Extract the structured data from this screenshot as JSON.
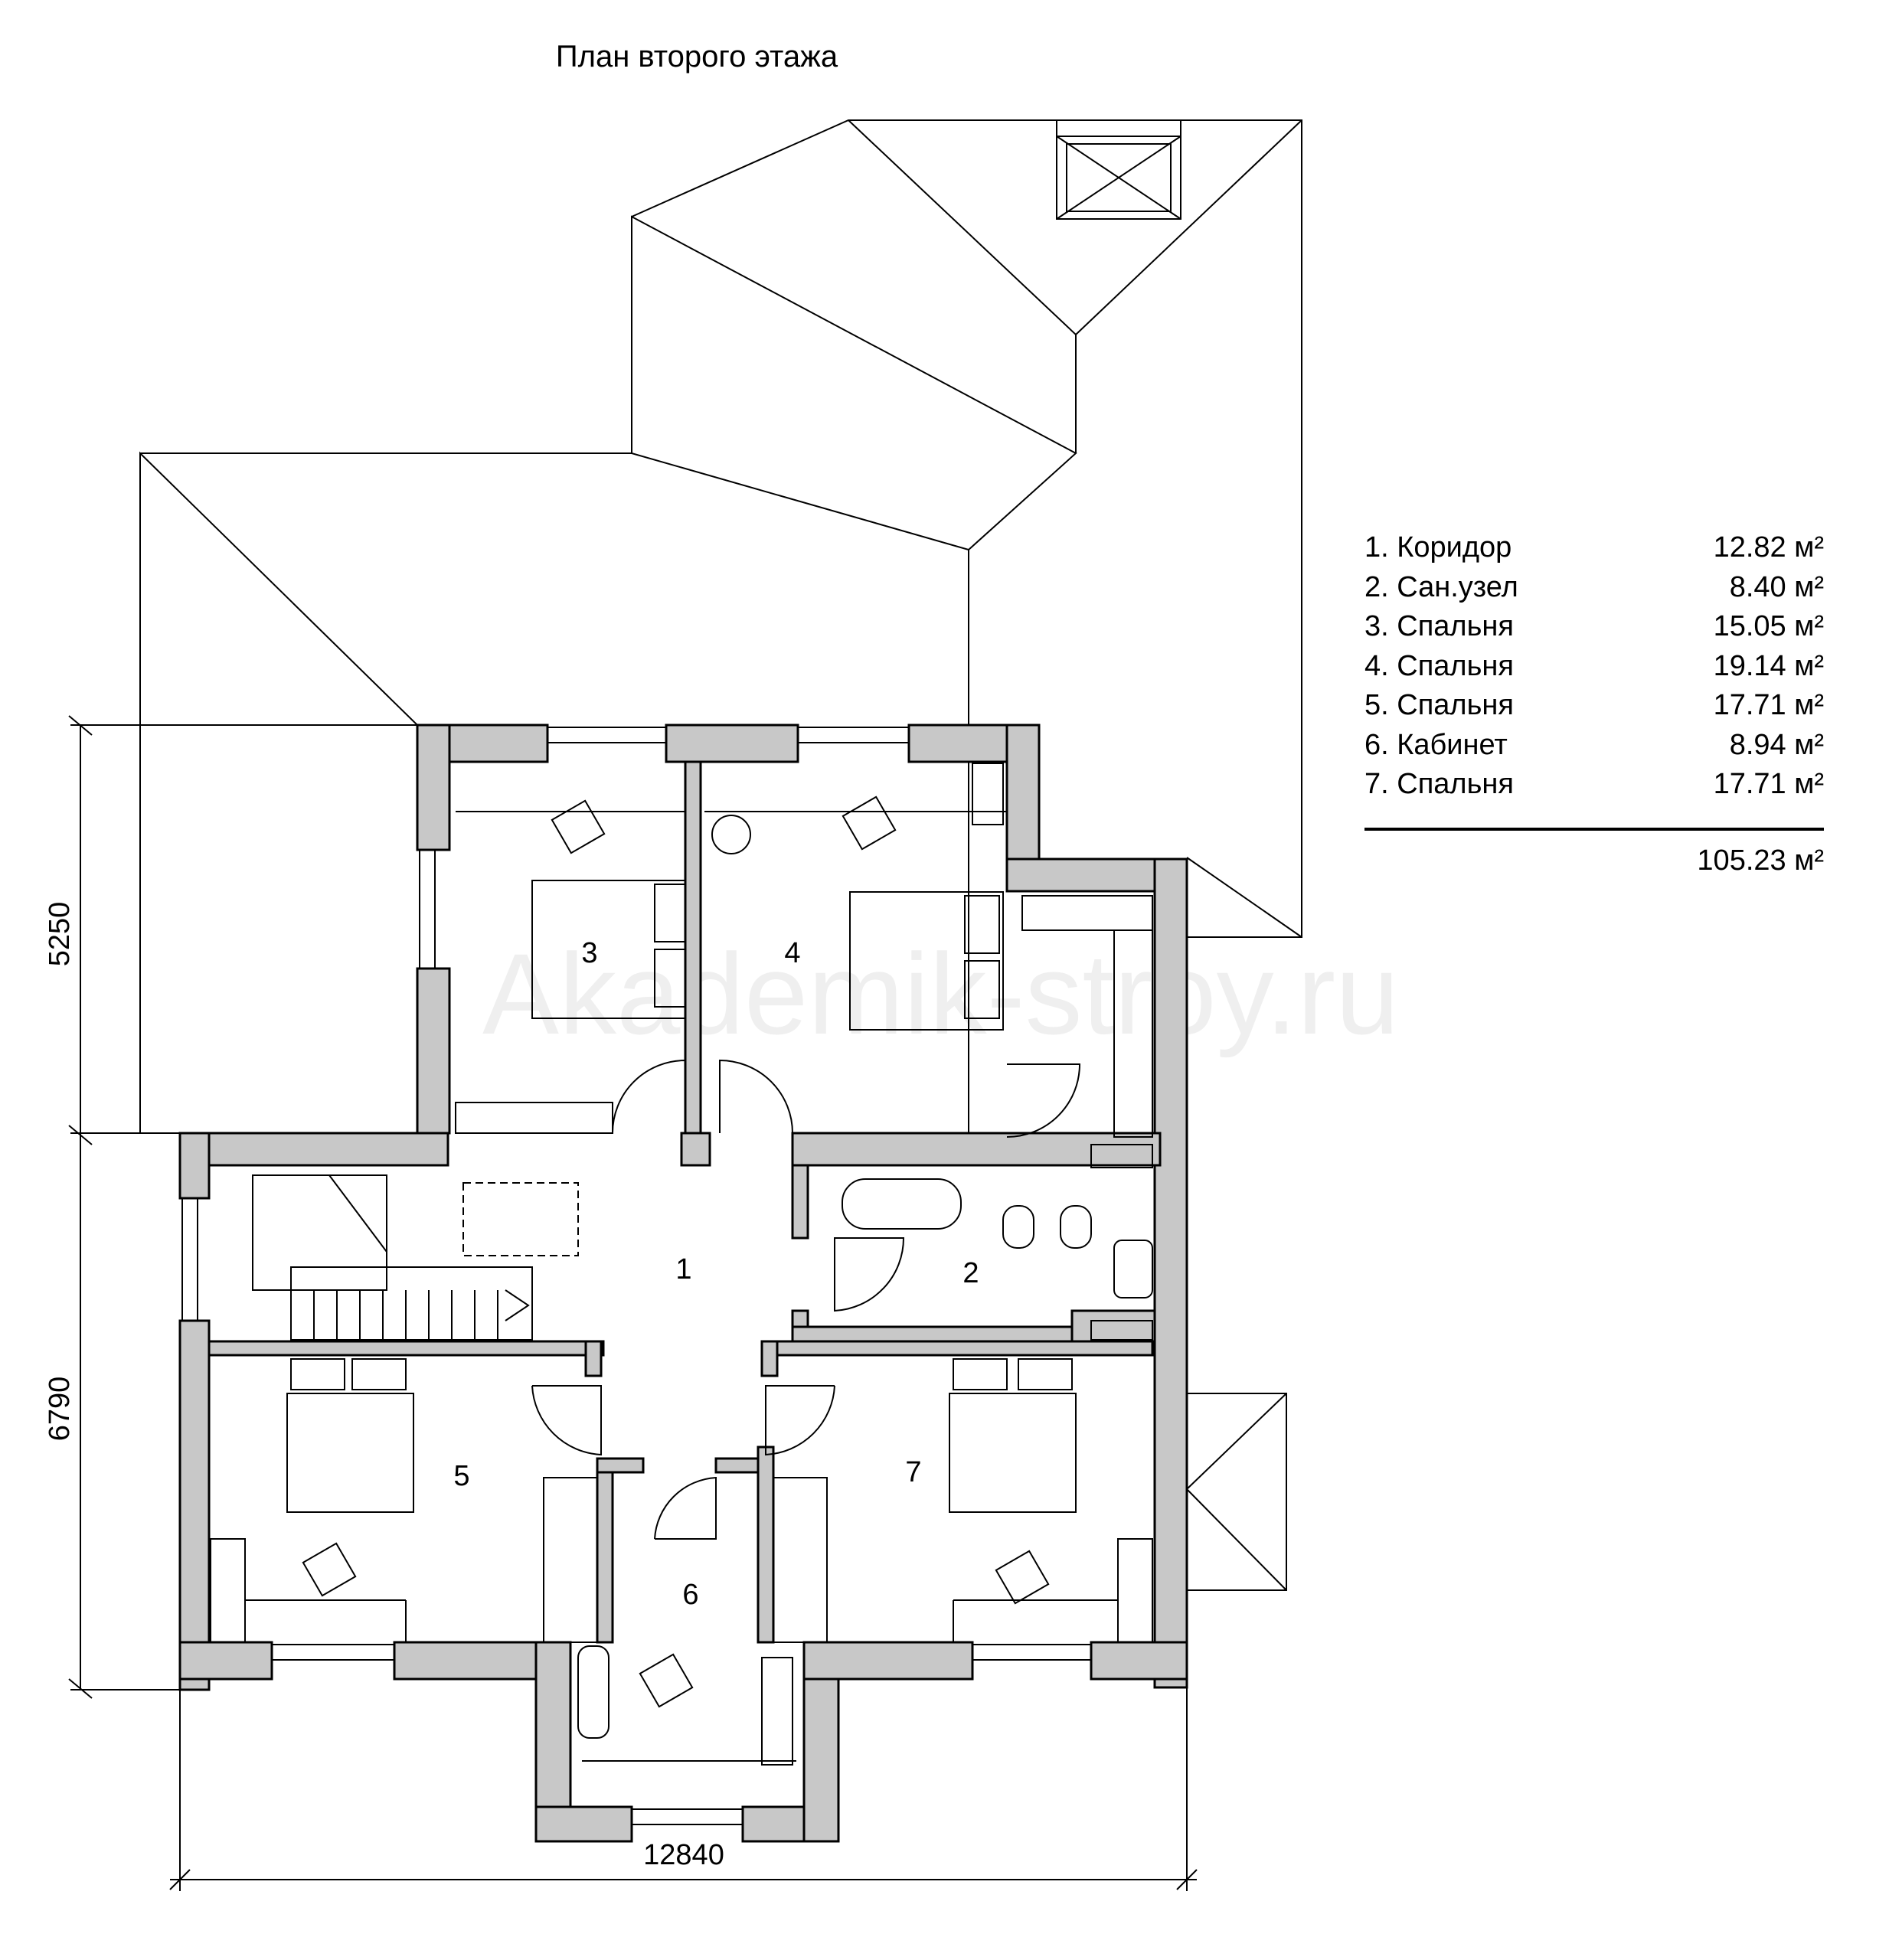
{
  "title": "План второго этажа",
  "watermark": "Akademik-stroy.ru",
  "rooms": [
    {
      "number": "1",
      "name": "Коридор",
      "area": "12.82 м²"
    },
    {
      "number": "2",
      "name": "Сан.узел",
      "area": "8.40 м²"
    },
    {
      "number": "3",
      "name": "Спальня",
      "area": "15.05 м²"
    },
    {
      "number": "4",
      "name": "Спальня",
      "area": "19.14 м²"
    },
    {
      "number": "5",
      "name": "Спальня",
      "area": "17.71 м²"
    },
    {
      "number": "6",
      "name": "Кабинет",
      "area": "8.94 м²"
    },
    {
      "number": "7",
      "name": "Спальня",
      "area": "17.71 м²"
    }
  ],
  "legend": [
    {
      "label": "1. Коридор",
      "area": "12.82 м²"
    },
    {
      "label": "2. Сан.узел",
      "area": "8.40 м²"
    },
    {
      "label": "3. Спальня",
      "area": "15.05 м²"
    },
    {
      "label": "4. Спальня",
      "area": "19.14 м²"
    },
    {
      "label": "5. Спальня",
      "area": "17.71 м²"
    },
    {
      "label": "6. Кабинет",
      "area": "8.94 м²"
    },
    {
      "label": "7. Спальня",
      "area": "17.71 м²"
    }
  ],
  "total_area": "105.23 м²",
  "dimensions": {
    "upper_height": "5250",
    "lower_height": "6790",
    "width": "12840"
  },
  "colors": {
    "wall_fill": "#c8c8c8",
    "line": "#000000"
  }
}
